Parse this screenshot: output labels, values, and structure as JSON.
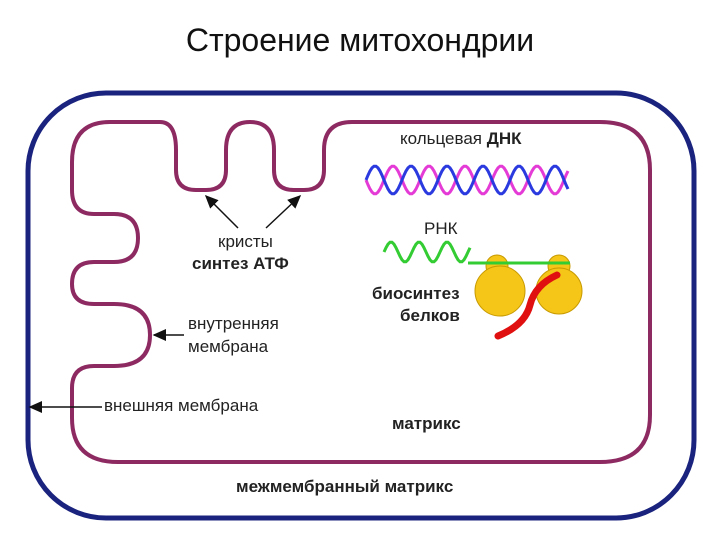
{
  "title": "Строение митохондрии",
  "labels": {
    "circular_dna_prefix": "кольцевая",
    "circular_dna_bold": "ДНК",
    "rna": "РНК",
    "cristae": "кристы",
    "atp_synthesis": "синтез АТФ",
    "protein_biosynthesis_line1": "биосинтез",
    "protein_biosynthesis_line2": "белков",
    "inner_membrane_line1": "внутренняя",
    "inner_membrane_line2": "мембрана",
    "outer_membrane": "внешняя мембрана",
    "matrix": "матрикс",
    "intermembrane_space": "межмембранный матрикс"
  },
  "colors": {
    "outer_membrane": "#1a237e",
    "inner_membrane": "#8e2a62",
    "dna_strand_1": "#e53bd6",
    "dna_strand_2": "#2a3adf",
    "rna": "#33cc33",
    "ribosome": "#f5c518",
    "polypeptide": "#e01010"
  }
}
